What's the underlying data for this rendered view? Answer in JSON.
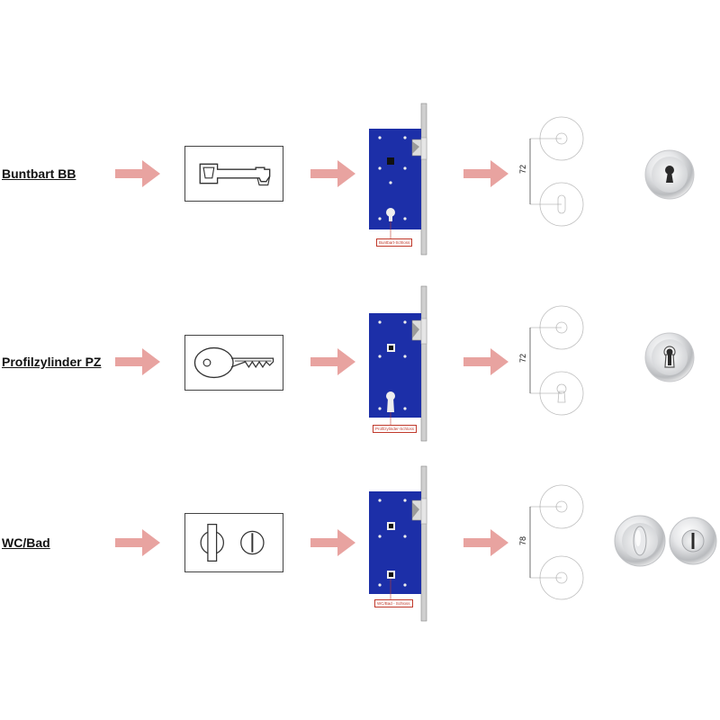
{
  "rows": [
    {
      "id": "bb",
      "label": "Buntbart BB",
      "lock_tag": "Buntbart-Schloss",
      "dimension": "72",
      "key_type": "buntbart-key-icon",
      "product": "keyhole-rosette"
    },
    {
      "id": "pz",
      "label": "Profilzylinder PZ",
      "lock_tag": "Profilzylinder-Schloss",
      "dimension": "72",
      "key_type": "cylinder-key-icon",
      "product": "cylinder-rosette"
    },
    {
      "id": "wc",
      "label": "WC/Bad",
      "lock_tag": "WC/Bad - Schloss",
      "dimension": "78",
      "key_type": "wc-turn-icon",
      "product": "wc-rosette-pair"
    }
  ],
  "colors": {
    "arrow": "#e8a3a0",
    "lock_body": "#1c2fa8",
    "tag": "#c0392b",
    "chrome": "#d9dadc"
  }
}
